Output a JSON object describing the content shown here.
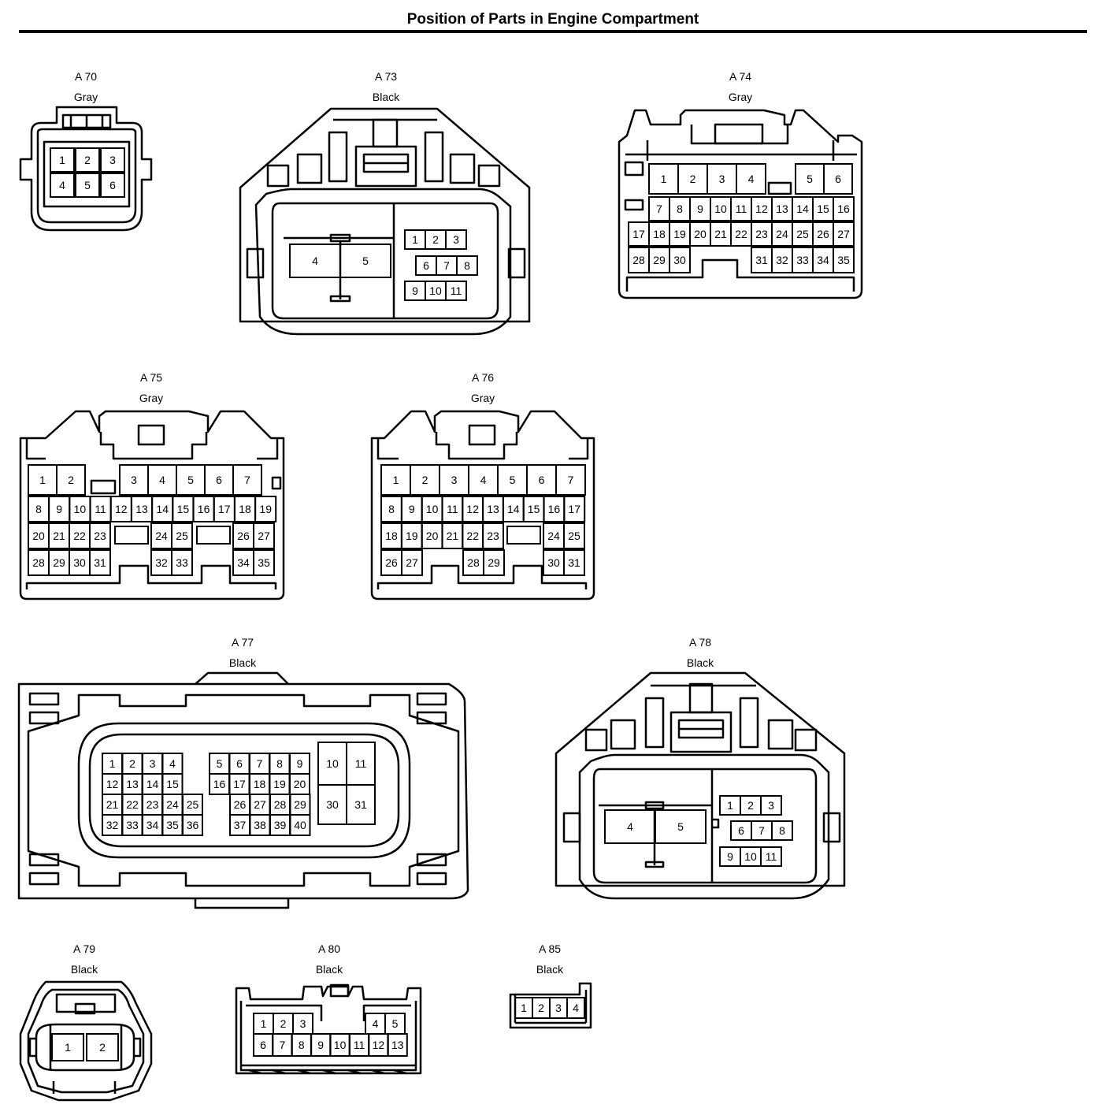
{
  "title": "Position of Parts in Engine Compartment",
  "connectors": {
    "a70": {
      "id": "A 70",
      "color": "Gray",
      "pins": [
        "1",
        "2",
        "3",
        "4",
        "5",
        "6"
      ]
    },
    "a73": {
      "id": "A 73",
      "color": "Black",
      "pins": [
        "1",
        "2",
        "3",
        "4",
        "5",
        "6",
        "7",
        "8",
        "9",
        "10",
        "11"
      ]
    },
    "a74": {
      "id": "A 74",
      "color": "Gray",
      "pins": [
        "1",
        "2",
        "3",
        "4",
        "5",
        "6",
        "7",
        "8",
        "9",
        "10",
        "11",
        "12",
        "13",
        "14",
        "15",
        "16",
        "17",
        "18",
        "19",
        "20",
        "21",
        "22",
        "23",
        "24",
        "25",
        "26",
        "27",
        "28",
        "29",
        "30",
        "31",
        "32",
        "33",
        "34",
        "35"
      ]
    },
    "a75": {
      "id": "A 75",
      "color": "Gray",
      "pins": [
        "1",
        "2",
        "3",
        "4",
        "5",
        "6",
        "7",
        "8",
        "9",
        "10",
        "11",
        "12",
        "13",
        "14",
        "15",
        "16",
        "17",
        "18",
        "19",
        "20",
        "21",
        "22",
        "23",
        "24",
        "25",
        "26",
        "27",
        "28",
        "29",
        "30",
        "31",
        "32",
        "33",
        "34",
        "35"
      ]
    },
    "a76": {
      "id": "A 76",
      "color": "Gray",
      "pins": [
        "1",
        "2",
        "3",
        "4",
        "5",
        "6",
        "7",
        "8",
        "9",
        "10",
        "11",
        "12",
        "13",
        "14",
        "15",
        "16",
        "17",
        "18",
        "19",
        "20",
        "21",
        "22",
        "23",
        "24",
        "25",
        "26",
        "27",
        "28",
        "29",
        "30",
        "31"
      ]
    },
    "a77": {
      "id": "A 77",
      "color": "Black",
      "pins": [
        "1",
        "2",
        "3",
        "4",
        "5",
        "6",
        "7",
        "8",
        "9",
        "10",
        "11",
        "12",
        "13",
        "14",
        "15",
        "16",
        "17",
        "18",
        "19",
        "20",
        "21",
        "22",
        "23",
        "24",
        "25",
        "26",
        "27",
        "28",
        "29",
        "30",
        "31",
        "32",
        "33",
        "34",
        "35",
        "36",
        "37",
        "38",
        "39",
        "40"
      ]
    },
    "a78": {
      "id": "A 78",
      "color": "Black",
      "pins": [
        "1",
        "2",
        "3",
        "4",
        "5",
        "6",
        "7",
        "8",
        "9",
        "10",
        "11"
      ]
    },
    "a79": {
      "id": "A 79",
      "color": "Black",
      "pins": [
        "1",
        "2"
      ]
    },
    "a80": {
      "id": "A 80",
      "color": "Black",
      "pins": [
        "1",
        "2",
        "3",
        "4",
        "5",
        "6",
        "7",
        "8",
        "9",
        "10",
        "11",
        "12",
        "13"
      ]
    },
    "a85": {
      "id": "A 85",
      "color": "Black",
      "pins": [
        "1",
        "2",
        "3",
        "4"
      ]
    }
  }
}
